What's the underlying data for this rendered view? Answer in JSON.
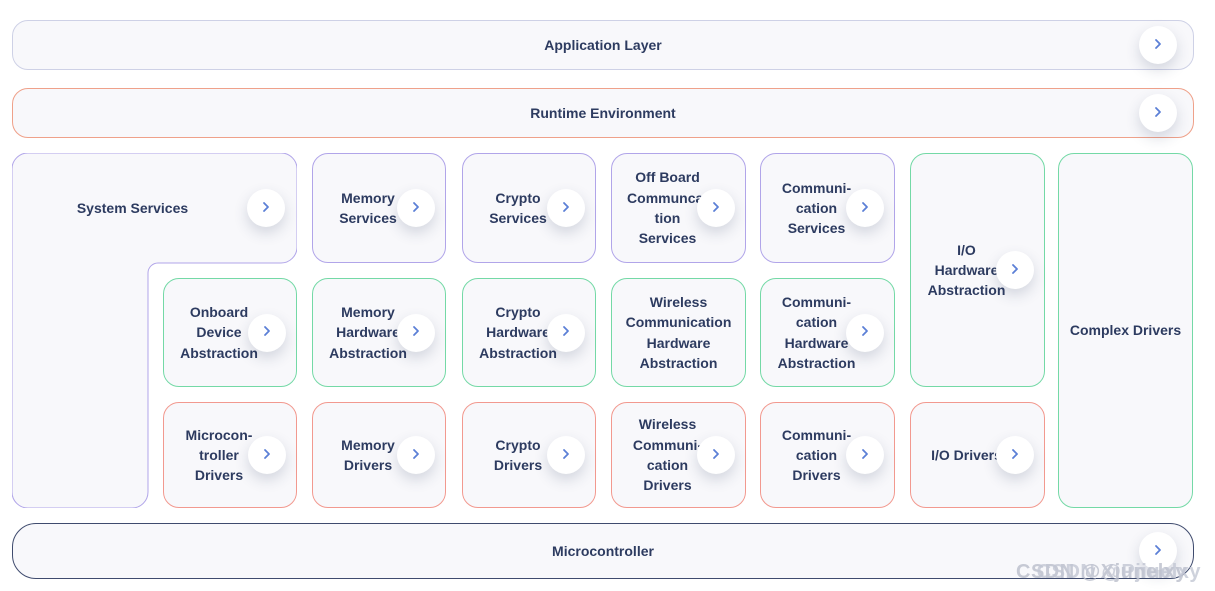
{
  "colors": {
    "services_purple_border": "#b1a5e9",
    "hardware_abstraction_green_border": "#74d9a6",
    "drivers_red_border": "#f2998f",
    "application_gray_border": "#ced1e6",
    "runtime_orange_border": "#efa18a",
    "microcontroller_navy_border": "#3f4b6e",
    "box_background": "#f8f8fb",
    "chevron_blue": "#5b7fd6",
    "text": "#2d3b60"
  },
  "layers": {
    "application": {
      "label": "Application Layer"
    },
    "runtime": {
      "label": "Runtime Environment"
    },
    "microcontroller": {
      "label": "Microcontroller"
    }
  },
  "boxes": {
    "system_services": {
      "label": "System Services"
    },
    "memory_services": {
      "label": "Memory\nServices"
    },
    "crypto_services": {
      "label": "Crypto\nServices"
    },
    "offboard_communication_services": {
      "label": "Off Board\nCommunca-\ntion\nServices"
    },
    "communication_services": {
      "label": "Communi-\ncation\nServices"
    },
    "io_hardware_abstraction": {
      "label": "I/O\nHardware\nAbstraction"
    },
    "complex_drivers": {
      "label": "Complex Drivers"
    },
    "onboard_device_abstraction": {
      "label": "Onboard\nDevice\nAbstraction"
    },
    "memory_hardware_abstraction": {
      "label": "Memory\nHardware\nAbstraction"
    },
    "crypto_hardware_abstraction": {
      "label": "Crypto\nHardware\nAbstraction"
    },
    "wireless_communication_hardware_abstraction": {
      "label": "Wireless\nCommunication\nHardware\nAbstraction"
    },
    "communication_hardware_abstraction": {
      "label": "Communi-\ncation\nHardware\nAbstraction"
    },
    "microcontroller_drivers": {
      "label": "Microcon-\ntroller\nDrivers"
    },
    "memory_drivers": {
      "label": "Memory\nDrivers"
    },
    "crypto_drivers": {
      "label": "Crypto\nDrivers"
    },
    "wireless_communication_drivers": {
      "label": "Wireless\nCommuni-\ncation\nDrivers"
    },
    "communication_drivers": {
      "label": "Communi-\ncation\nDrivers"
    },
    "io_drivers": {
      "label": "I/O Drivers"
    }
  },
  "watermark": {
    "back_text": "CSDN @Xjunelxy",
    "front_text": "CSDN @Pjiuelxy"
  }
}
